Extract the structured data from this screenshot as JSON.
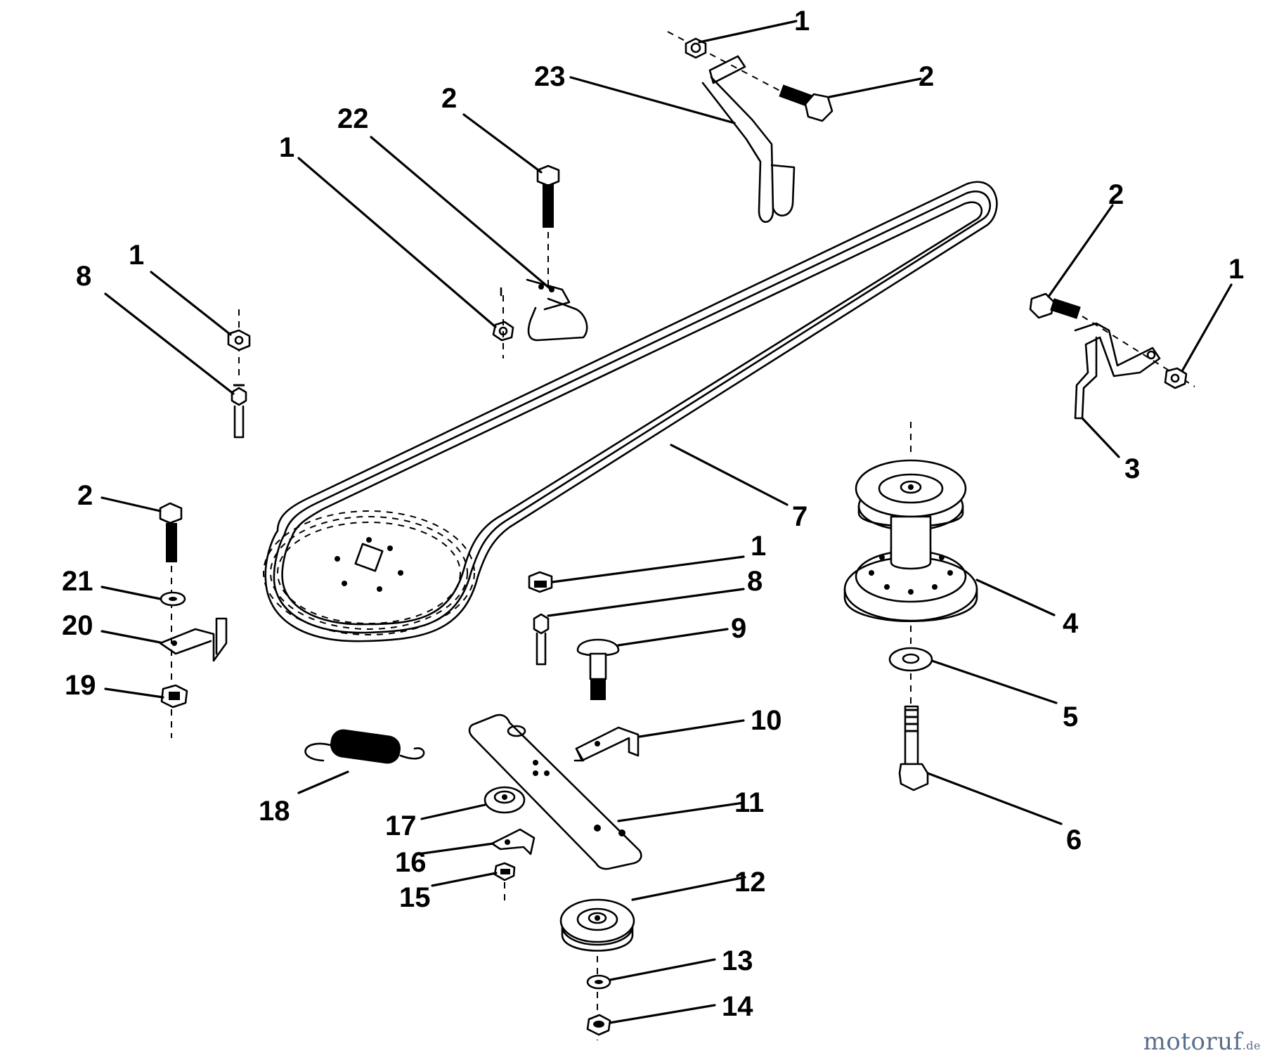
{
  "diagram": {
    "callouts": [
      {
        "label": "1"
      },
      {
        "label": "2"
      },
      {
        "label": "23"
      },
      {
        "label": "2"
      },
      {
        "label": "22"
      },
      {
        "label": "1"
      },
      {
        "label": "1"
      },
      {
        "label": "8"
      },
      {
        "label": "2"
      },
      {
        "label": "1"
      },
      {
        "label": "3"
      },
      {
        "label": "7"
      },
      {
        "label": "2"
      },
      {
        "label": "21"
      },
      {
        "label": "20"
      },
      {
        "label": "19"
      },
      {
        "label": "1"
      },
      {
        "label": "8"
      },
      {
        "label": "9"
      },
      {
        "label": "4"
      },
      {
        "label": "5"
      },
      {
        "label": "10"
      },
      {
        "label": "18"
      },
      {
        "label": "11"
      },
      {
        "label": "17"
      },
      {
        "label": "16"
      },
      {
        "label": "15"
      },
      {
        "label": "12"
      },
      {
        "label": "6"
      },
      {
        "label": "13"
      },
      {
        "label": "14"
      }
    ]
  },
  "watermark": {
    "name": "motoruf",
    "tld": ".de"
  }
}
